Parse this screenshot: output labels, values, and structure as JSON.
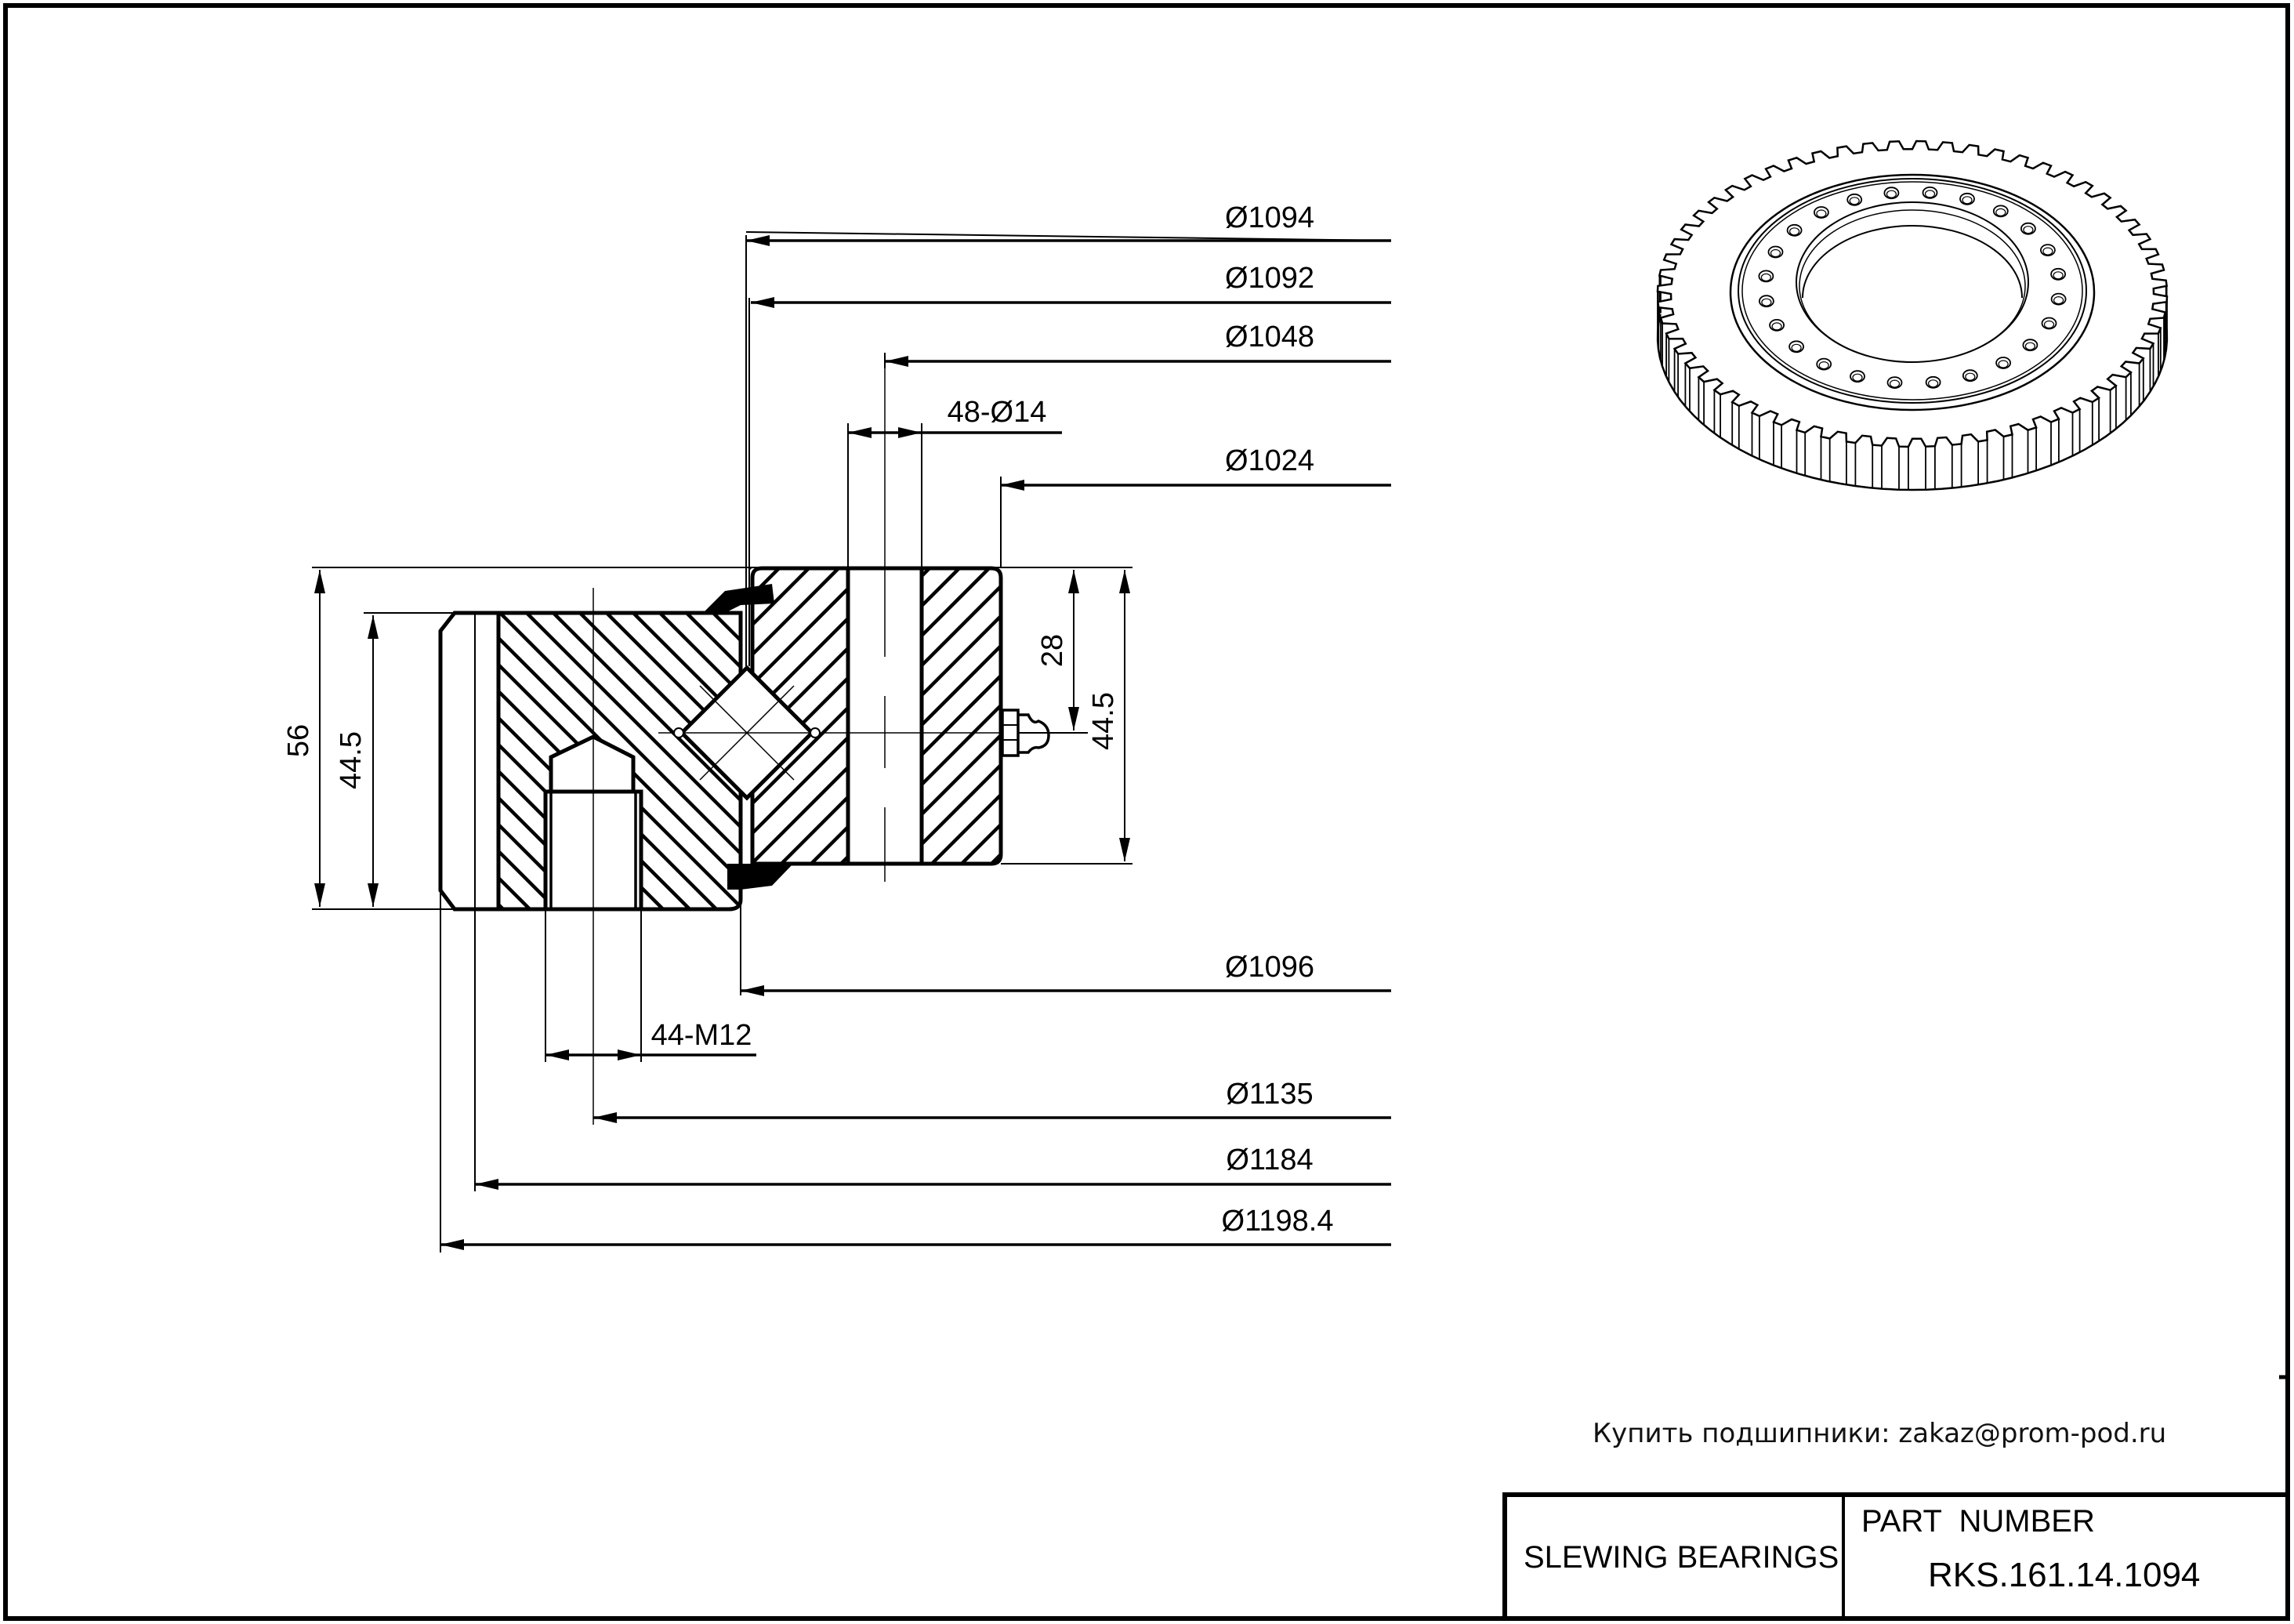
{
  "drawing": {
    "type": "technical-drawing",
    "subject": "cross-section of slewing bearing with external gear"
  },
  "dimensions": {
    "diameters": [
      {
        "id": "d1094",
        "label": "Ø1094"
      },
      {
        "id": "d1092",
        "label": "Ø1092"
      },
      {
        "id": "d1048",
        "label": "Ø1048"
      },
      {
        "id": "d1024",
        "label": "Ø1024"
      },
      {
        "id": "d1096",
        "label": "Ø1096"
      },
      {
        "id": "d1135",
        "label": "Ø1135"
      },
      {
        "id": "d1184",
        "label": "Ø1184"
      },
      {
        "id": "d1198",
        "label": "Ø1198.4"
      }
    ],
    "holes": {
      "through_holes": "48-Ø14",
      "threaded_holes": "44-M12"
    },
    "heights": {
      "total_height": "56",
      "outer_ring_height_left": "44.5",
      "inner_ring_height_right": "44.5",
      "lube_nipple_height": "28"
    }
  },
  "note": "Купить подшипники: zakaz@prom-pod.ru",
  "title_block": {
    "category": "SLEWING BEARINGS",
    "part_number_label": "PART  NUMBER",
    "part_number": "RKS.161.14.1094"
  }
}
